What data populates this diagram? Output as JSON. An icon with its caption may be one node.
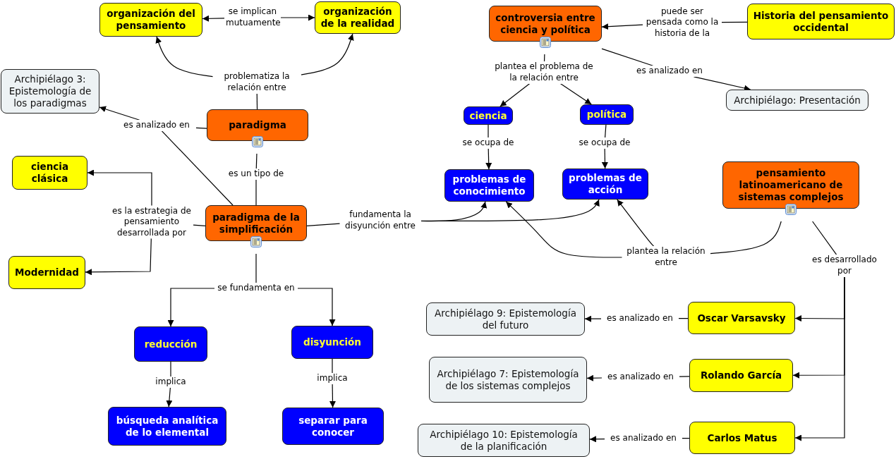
{
  "diagram": {
    "nodes": [
      {
        "text": [
          "organización del pensamiento"
        ]
      },
      {
        "text": [
          "se implican mutuamente"
        ]
      },
      {
        "text": [
          "organización de la realidad"
        ]
      },
      {
        "text": [
          "controversia entre ciencia y política"
        ]
      },
      {
        "text": [
          "puede ser pensada como la historia de la"
        ]
      },
      {
        "text": [
          "Historia del pensamiento occidental"
        ]
      },
      {
        "text": [
          "Archipiélago 3: Epistemología de los paradigmas"
        ]
      },
      {
        "text": [
          "problematiza la relación entre"
        ]
      },
      {
        "text": [
          "plantea el problema de la relación entre"
        ]
      },
      {
        "text": [
          "es analizado en"
        ]
      },
      {
        "text": [
          "Archipiélago: Presentación"
        ]
      },
      {
        "text": [
          "ciencia"
        ]
      },
      {
        "text": [
          "política"
        ]
      },
      {
        "text": [
          "paradigma"
        ]
      },
      {
        "text": [
          "es analizado en"
        ]
      },
      {
        "text": [
          "se ocupa de"
        ]
      },
      {
        "text": [
          "se ocupa de"
        ]
      },
      {
        "text": [
          "ciencia clásica"
        ]
      },
      {
        "text": [
          "es un tipo de"
        ]
      },
      {
        "text": [
          "problemas de conocimiento"
        ]
      },
      {
        "text": [
          "problemas de acción"
        ]
      },
      {
        "text": [
          "pensamiento latinoamericano de sistemas complejos"
        ]
      },
      {
        "text": [
          "es la estrategia de pensamiento desarrollada por"
        ]
      },
      {
        "text": [
          "paradigma de la simplificación"
        ]
      },
      {
        "text": [
          "fundamenta la disyunción entre"
        ]
      },
      {
        "text": [
          "plantea la relación entre"
        ]
      },
      {
        "text": [
          "es desarrollado por"
        ]
      },
      {
        "text": [
          "Modernidad"
        ]
      },
      {
        "text": [
          "se fundamenta en"
        ]
      },
      {
        "text": [
          "Archipiélago 9: Epistemología del futuro"
        ]
      },
      {
        "text": [
          "es analizado en"
        ]
      },
      {
        "text": [
          "Oscar Varsavsky"
        ]
      },
      {
        "text": [
          "reducción"
        ]
      },
      {
        "text": [
          "disyunción"
        ]
      },
      {
        "text": [
          "implica"
        ]
      },
      {
        "text": [
          "implica"
        ]
      },
      {
        "text": [
          "Archipiélago 7: Epistemología de los sistemas complejos"
        ]
      },
      {
        "text": [
          "es analizado en"
        ]
      },
      {
        "text": [
          "Rolando García"
        ]
      },
      {
        "text": [
          "búsqueda analítica de lo elemental"
        ]
      },
      {
        "text": [
          "separar para conocer"
        ]
      },
      {
        "text": [
          "Archipiélago 10: Epistemología de la planificación"
        ]
      },
      {
        "text": [
          "es analizado en"
        ]
      },
      {
        "text": [
          "Carlos Matus"
        ]
      }
    ],
    "edges": [
      {
        "from": 1,
        "to": 0,
        "arrow": "to"
      },
      {
        "from": 1,
        "to": 2,
        "arrow": "to"
      },
      {
        "from": 13,
        "to": 7,
        "arrow": "none"
      },
      {
        "from": 7,
        "to": 0,
        "arrow": "to"
      },
      {
        "from": 7,
        "to": 2,
        "arrow": "to"
      },
      {
        "from": 13,
        "to": 14,
        "arrow": "none"
      },
      {
        "from": 14,
        "to": 6,
        "arrow": "to"
      },
      {
        "from": 23,
        "to": 14,
        "arrow": "none"
      },
      {
        "from": 23,
        "to": 18,
        "arrow": "none"
      },
      {
        "from": 18,
        "to": 13,
        "arrow": "none"
      },
      {
        "from": 23,
        "to": 22,
        "arrow": "none"
      },
      {
        "from": 22,
        "to": 17,
        "arrow": "to"
      },
      {
        "from": 22,
        "to": 27,
        "arrow": "to"
      },
      {
        "from": 23,
        "to": 24,
        "arrow": "none"
      },
      {
        "from": 24,
        "to": 19,
        "arrow": "to"
      },
      {
        "from": 24,
        "to": 20,
        "arrow": "to"
      },
      {
        "from": 23,
        "to": 28,
        "arrow": "none"
      },
      {
        "from": 28,
        "to": 32,
        "arrow": "to"
      },
      {
        "from": 28,
        "to": 33,
        "arrow": "to"
      },
      {
        "from": 32,
        "to": 34,
        "arrow": "none"
      },
      {
        "from": 34,
        "to": 39,
        "arrow": "to"
      },
      {
        "from": 33,
        "to": 35,
        "arrow": "none"
      },
      {
        "from": 35,
        "to": 40,
        "arrow": "to"
      },
      {
        "from": 5,
        "to": 4,
        "arrow": "none"
      },
      {
        "from": 4,
        "to": 3,
        "arrow": "to"
      },
      {
        "from": 3,
        "to": 8,
        "arrow": "none"
      },
      {
        "from": 8,
        "to": 11,
        "arrow": "to"
      },
      {
        "from": 8,
        "to": 12,
        "arrow": "to"
      },
      {
        "from": 3,
        "to": 9,
        "arrow": "none"
      },
      {
        "from": 9,
        "to": 10,
        "arrow": "to"
      },
      {
        "from": 11,
        "to": 15,
        "arrow": "none"
      },
      {
        "from": 15,
        "to": 19,
        "arrow": "to"
      },
      {
        "from": 12,
        "to": 16,
        "arrow": "none"
      },
      {
        "from": 16,
        "to": 20,
        "arrow": "to"
      },
      {
        "from": 21,
        "to": 25,
        "arrow": "none"
      },
      {
        "from": 25,
        "to": 19,
        "arrow": "to"
      },
      {
        "from": 25,
        "to": 20,
        "arrow": "to"
      },
      {
        "from": 21,
        "to": 26,
        "arrow": "none"
      },
      {
        "from": 26,
        "to": 31,
        "arrow": "to"
      },
      {
        "from": 26,
        "to": 38,
        "arrow": "to"
      },
      {
        "from": 26,
        "to": 43,
        "arrow": "to"
      },
      {
        "from": 31,
        "to": 30,
        "arrow": "none"
      },
      {
        "from": 30,
        "to": 29,
        "arrow": "to"
      },
      {
        "from": 38,
        "to": 37,
        "arrow": "none"
      },
      {
        "from": 37,
        "to": 36,
        "arrow": "to"
      },
      {
        "from": 43,
        "to": 42,
        "arrow": "none"
      },
      {
        "from": 42,
        "to": 41,
        "arrow": "to"
      }
    ]
  }
}
